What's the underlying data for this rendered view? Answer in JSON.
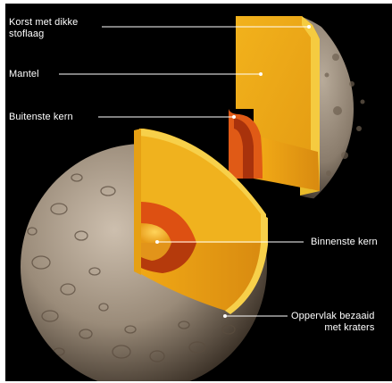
{
  "labels": {
    "crust": "Korst met dikke\nstoflaag",
    "mantle": "Mantel",
    "outer_core": "Buitenste kern",
    "inner_core": "Binnenste kern",
    "surface": "Oppervlak bezaaid\nmet kraters"
  },
  "colors": {
    "background": "#000000",
    "crust": "#e8b820",
    "mantle": "#f0a818",
    "outer_core": "#d84a10",
    "inner_core": "#f0b030",
    "surface": "#9a8a78",
    "label_text": "#ffffff"
  }
}
